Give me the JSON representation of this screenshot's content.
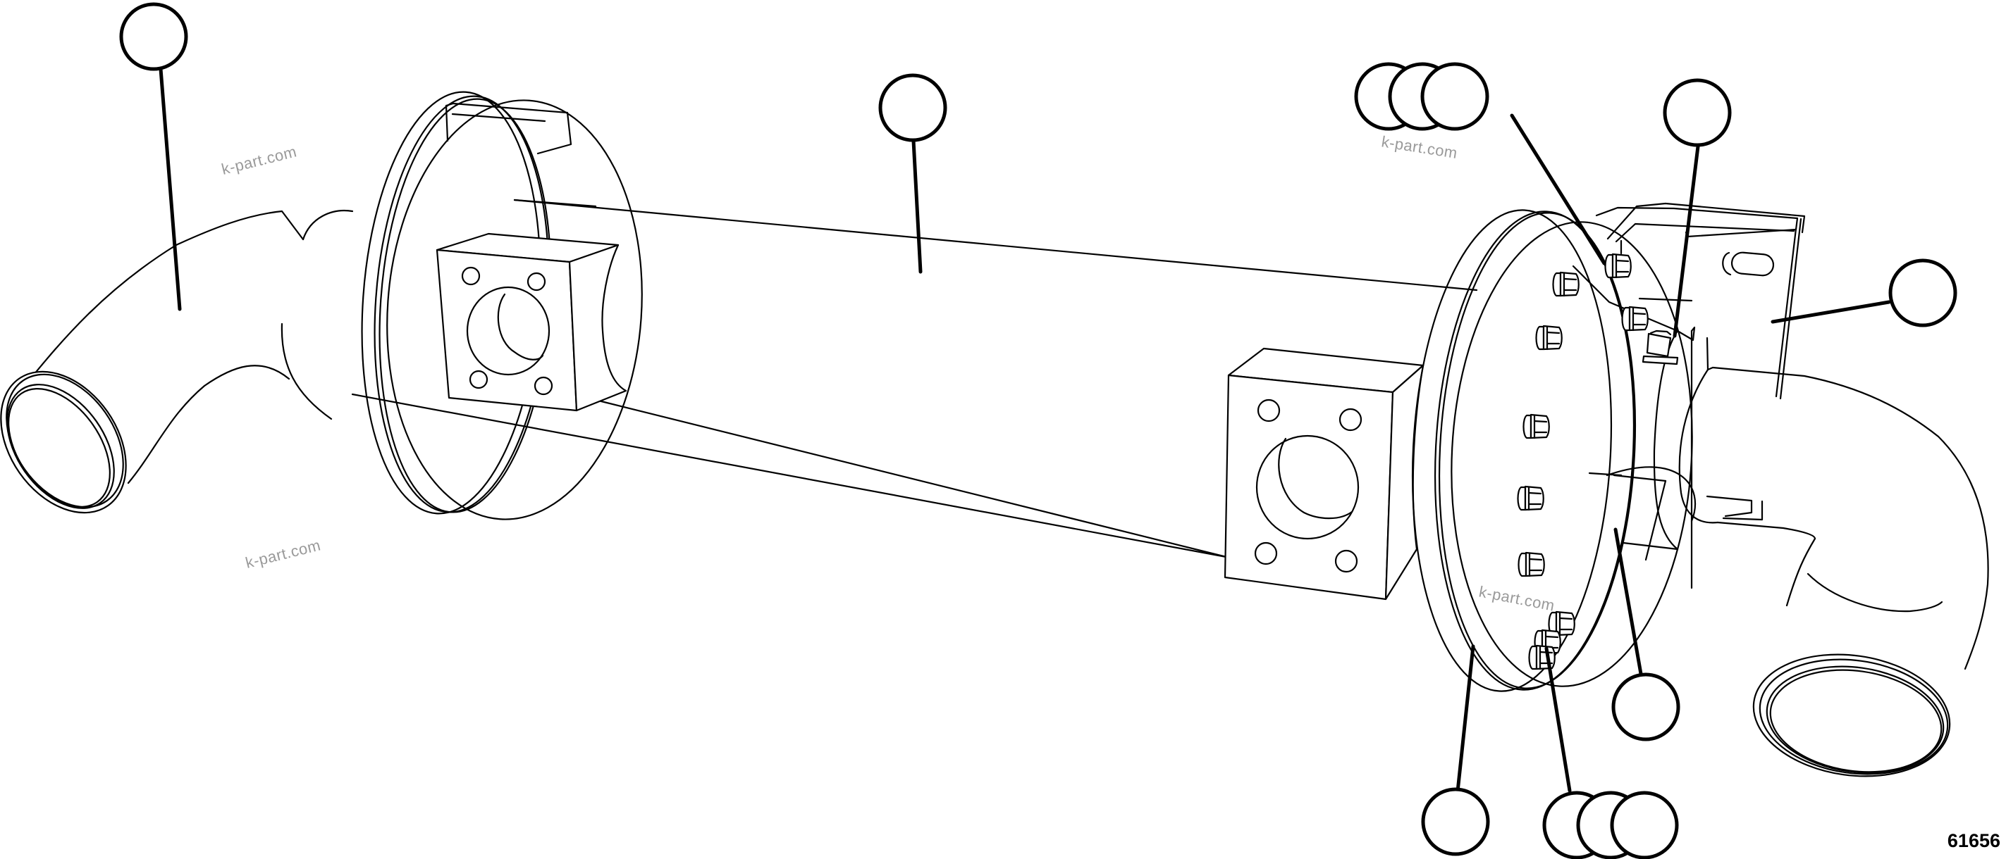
{
  "diagram": {
    "subject": "heat exchanger assembly with elbow pipes, flanges, mounting brackets and bolts",
    "figure_number": "61656",
    "watermarks": [
      "k-part.com",
      "k-part.com",
      "k-part.com",
      "k-part.com"
    ],
    "callouts": [
      {
        "id": "callout-left-elbow",
        "label": "",
        "points_to": "left elbow pipe"
      },
      {
        "id": "callout-main-shell",
        "label": "",
        "points_to": "main cylinder shell"
      },
      {
        "id": "callout-bolt-group-top-1",
        "label": "",
        "points_to": "upper bolts"
      },
      {
        "id": "callout-bolt-group-top-2",
        "label": "",
        "points_to": "upper bolts"
      },
      {
        "id": "callout-bolt-group-top-3",
        "label": "",
        "points_to": "upper bolt"
      },
      {
        "id": "callout-plug",
        "label": "",
        "points_to": "plug on end cover"
      },
      {
        "id": "callout-bracket",
        "label": "",
        "points_to": "right mounting bracket"
      },
      {
        "id": "callout-end-cover",
        "label": "",
        "points_to": "end cover"
      },
      {
        "id": "callout-flange-gasket",
        "label": "",
        "points_to": "flange / gasket"
      },
      {
        "id": "callout-bolt-group-bottom-1",
        "label": "",
        "points_to": "lower bolts"
      },
      {
        "id": "callout-bolt-group-bottom-2",
        "label": "",
        "points_to": "lower bolts"
      },
      {
        "id": "callout-bolt-group-bottom-3",
        "label": "",
        "points_to": "lower bolts"
      }
    ]
  }
}
